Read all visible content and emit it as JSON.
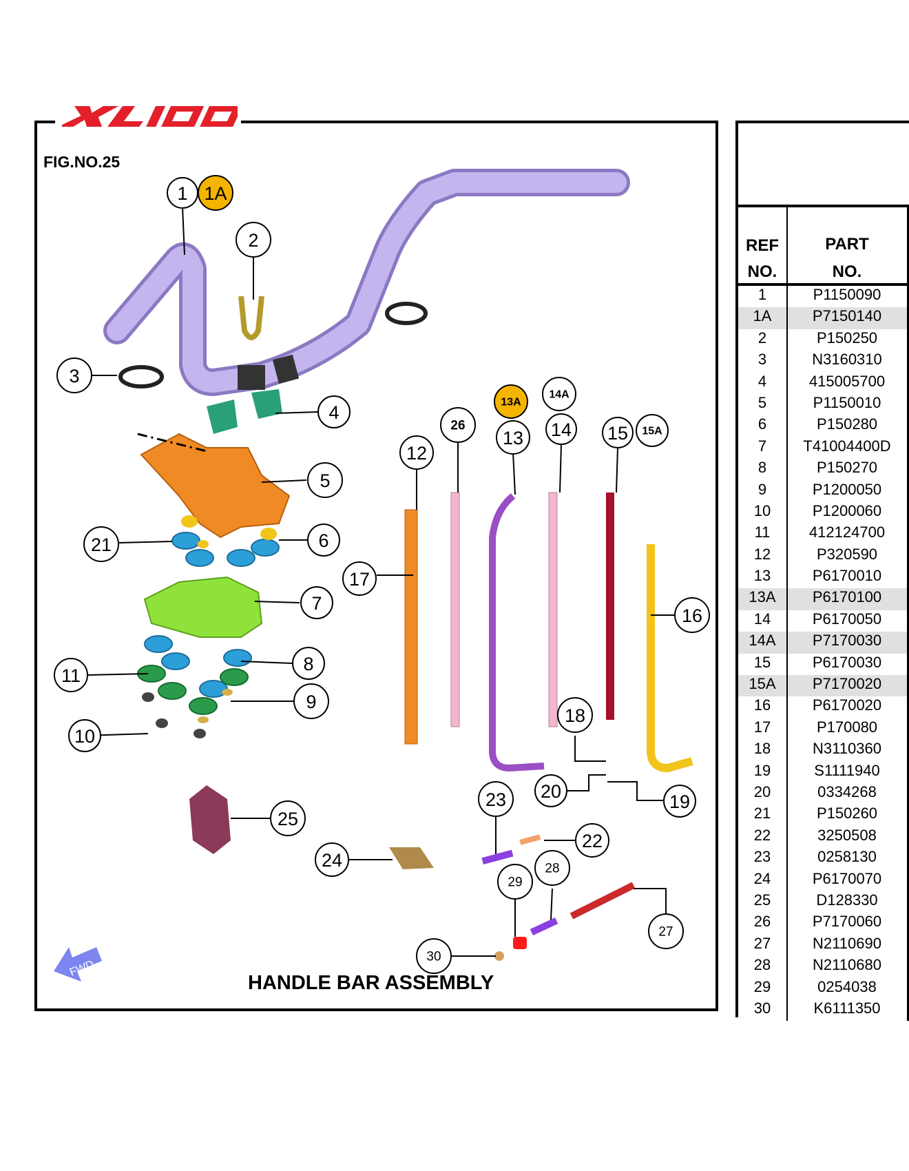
{
  "brand": "XL100",
  "fig_no": "FIG.NO.25",
  "title": "HANDLE BAR ASSEMBLY",
  "fwd_label": "FWD",
  "table": {
    "header_ref_1": "REF",
    "header_ref_2": "NO.",
    "header_part_1": "PART",
    "header_part_2": "NO.",
    "rows": [
      {
        "ref": "1",
        "part": "P1150090",
        "shaded": false
      },
      {
        "ref": "1A",
        "part": "P7150140",
        "shaded": true
      },
      {
        "ref": "2",
        "part": "P150250",
        "shaded": false
      },
      {
        "ref": "3",
        "part": "N3160310",
        "shaded": false
      },
      {
        "ref": "4",
        "part": "415005700",
        "shaded": false
      },
      {
        "ref": "5",
        "part": "P1150010",
        "shaded": false
      },
      {
        "ref": "6",
        "part": "P150280",
        "shaded": false
      },
      {
        "ref": "7",
        "part": "T41004400D",
        "shaded": false
      },
      {
        "ref": "8",
        "part": "P150270",
        "shaded": false
      },
      {
        "ref": "9",
        "part": "P1200050",
        "shaded": false
      },
      {
        "ref": "10",
        "part": "P1200060",
        "shaded": false
      },
      {
        "ref": "11",
        "part": "412124700",
        "shaded": false
      },
      {
        "ref": "12",
        "part": "P320590",
        "shaded": false
      },
      {
        "ref": "13",
        "part": "P6170010",
        "shaded": false
      },
      {
        "ref": "13A",
        "part": "P6170100",
        "shaded": true
      },
      {
        "ref": "14",
        "part": "P6170050",
        "shaded": false
      },
      {
        "ref": "14A",
        "part": "P7170030",
        "shaded": true
      },
      {
        "ref": "15",
        "part": "P6170030",
        "shaded": false
      },
      {
        "ref": "15A",
        "part": "P7170020",
        "shaded": true
      },
      {
        "ref": "16",
        "part": "P6170020",
        "shaded": false
      },
      {
        "ref": "17",
        "part": "P170080",
        "shaded": false
      },
      {
        "ref": "18",
        "part": "N3110360",
        "shaded": false
      },
      {
        "ref": "19",
        "part": "S1111940",
        "shaded": false
      },
      {
        "ref": "20",
        "part": "0334268",
        "shaded": false
      },
      {
        "ref": "21",
        "part": "P150260",
        "shaded": false
      },
      {
        "ref": "22",
        "part": "3250508",
        "shaded": false
      },
      {
        "ref": "23",
        "part": "0258130",
        "shaded": false
      },
      {
        "ref": "24",
        "part": "P6170070",
        "shaded": false
      },
      {
        "ref": "25",
        "part": "D128330",
        "shaded": false
      },
      {
        "ref": "26",
        "part": "P7170060",
        "shaded": false
      },
      {
        "ref": "27",
        "part": "N2110690",
        "shaded": false
      },
      {
        "ref": "28",
        "part": "N2110680",
        "shaded": false
      },
      {
        "ref": "29",
        "part": "0254038",
        "shaded": false
      },
      {
        "ref": "30",
        "part": "K6111350",
        "shaded": false
      }
    ]
  },
  "callouts": {
    "c1": "1",
    "c1a": "1A",
    "c2": "2",
    "c3": "3",
    "c4": "4",
    "c5": "5",
    "c6": "6",
    "c7": "7",
    "c8": "8",
    "c9": "9",
    "c10": "10",
    "c11": "11",
    "c12": "12",
    "c13": "13",
    "c13a": "13A",
    "c14": "14",
    "c14a": "14A",
    "c15": "15",
    "c15a": "15A",
    "c16": "16",
    "c17": "17",
    "c18": "18",
    "c19": "19",
    "c20": "20",
    "c21": "21",
    "c22": "22",
    "c23": "23",
    "c24": "24",
    "c25": "25",
    "c26": "26",
    "c27": "27",
    "c28": "28",
    "c29": "29",
    "c30": "30"
  },
  "colors": {
    "brand_red": "#e3202a",
    "handlebar": "#b9a8e6",
    "highlight": "#f4b400",
    "orange": "#f08a24",
    "green": "#8fe23a",
    "blue": "#2c9fd8",
    "teal": "#2aa07a",
    "pink": "#f4b6cf",
    "purple": "#9a4fc4",
    "maroon": "#a3122a",
    "yellow": "#f2c419"
  }
}
